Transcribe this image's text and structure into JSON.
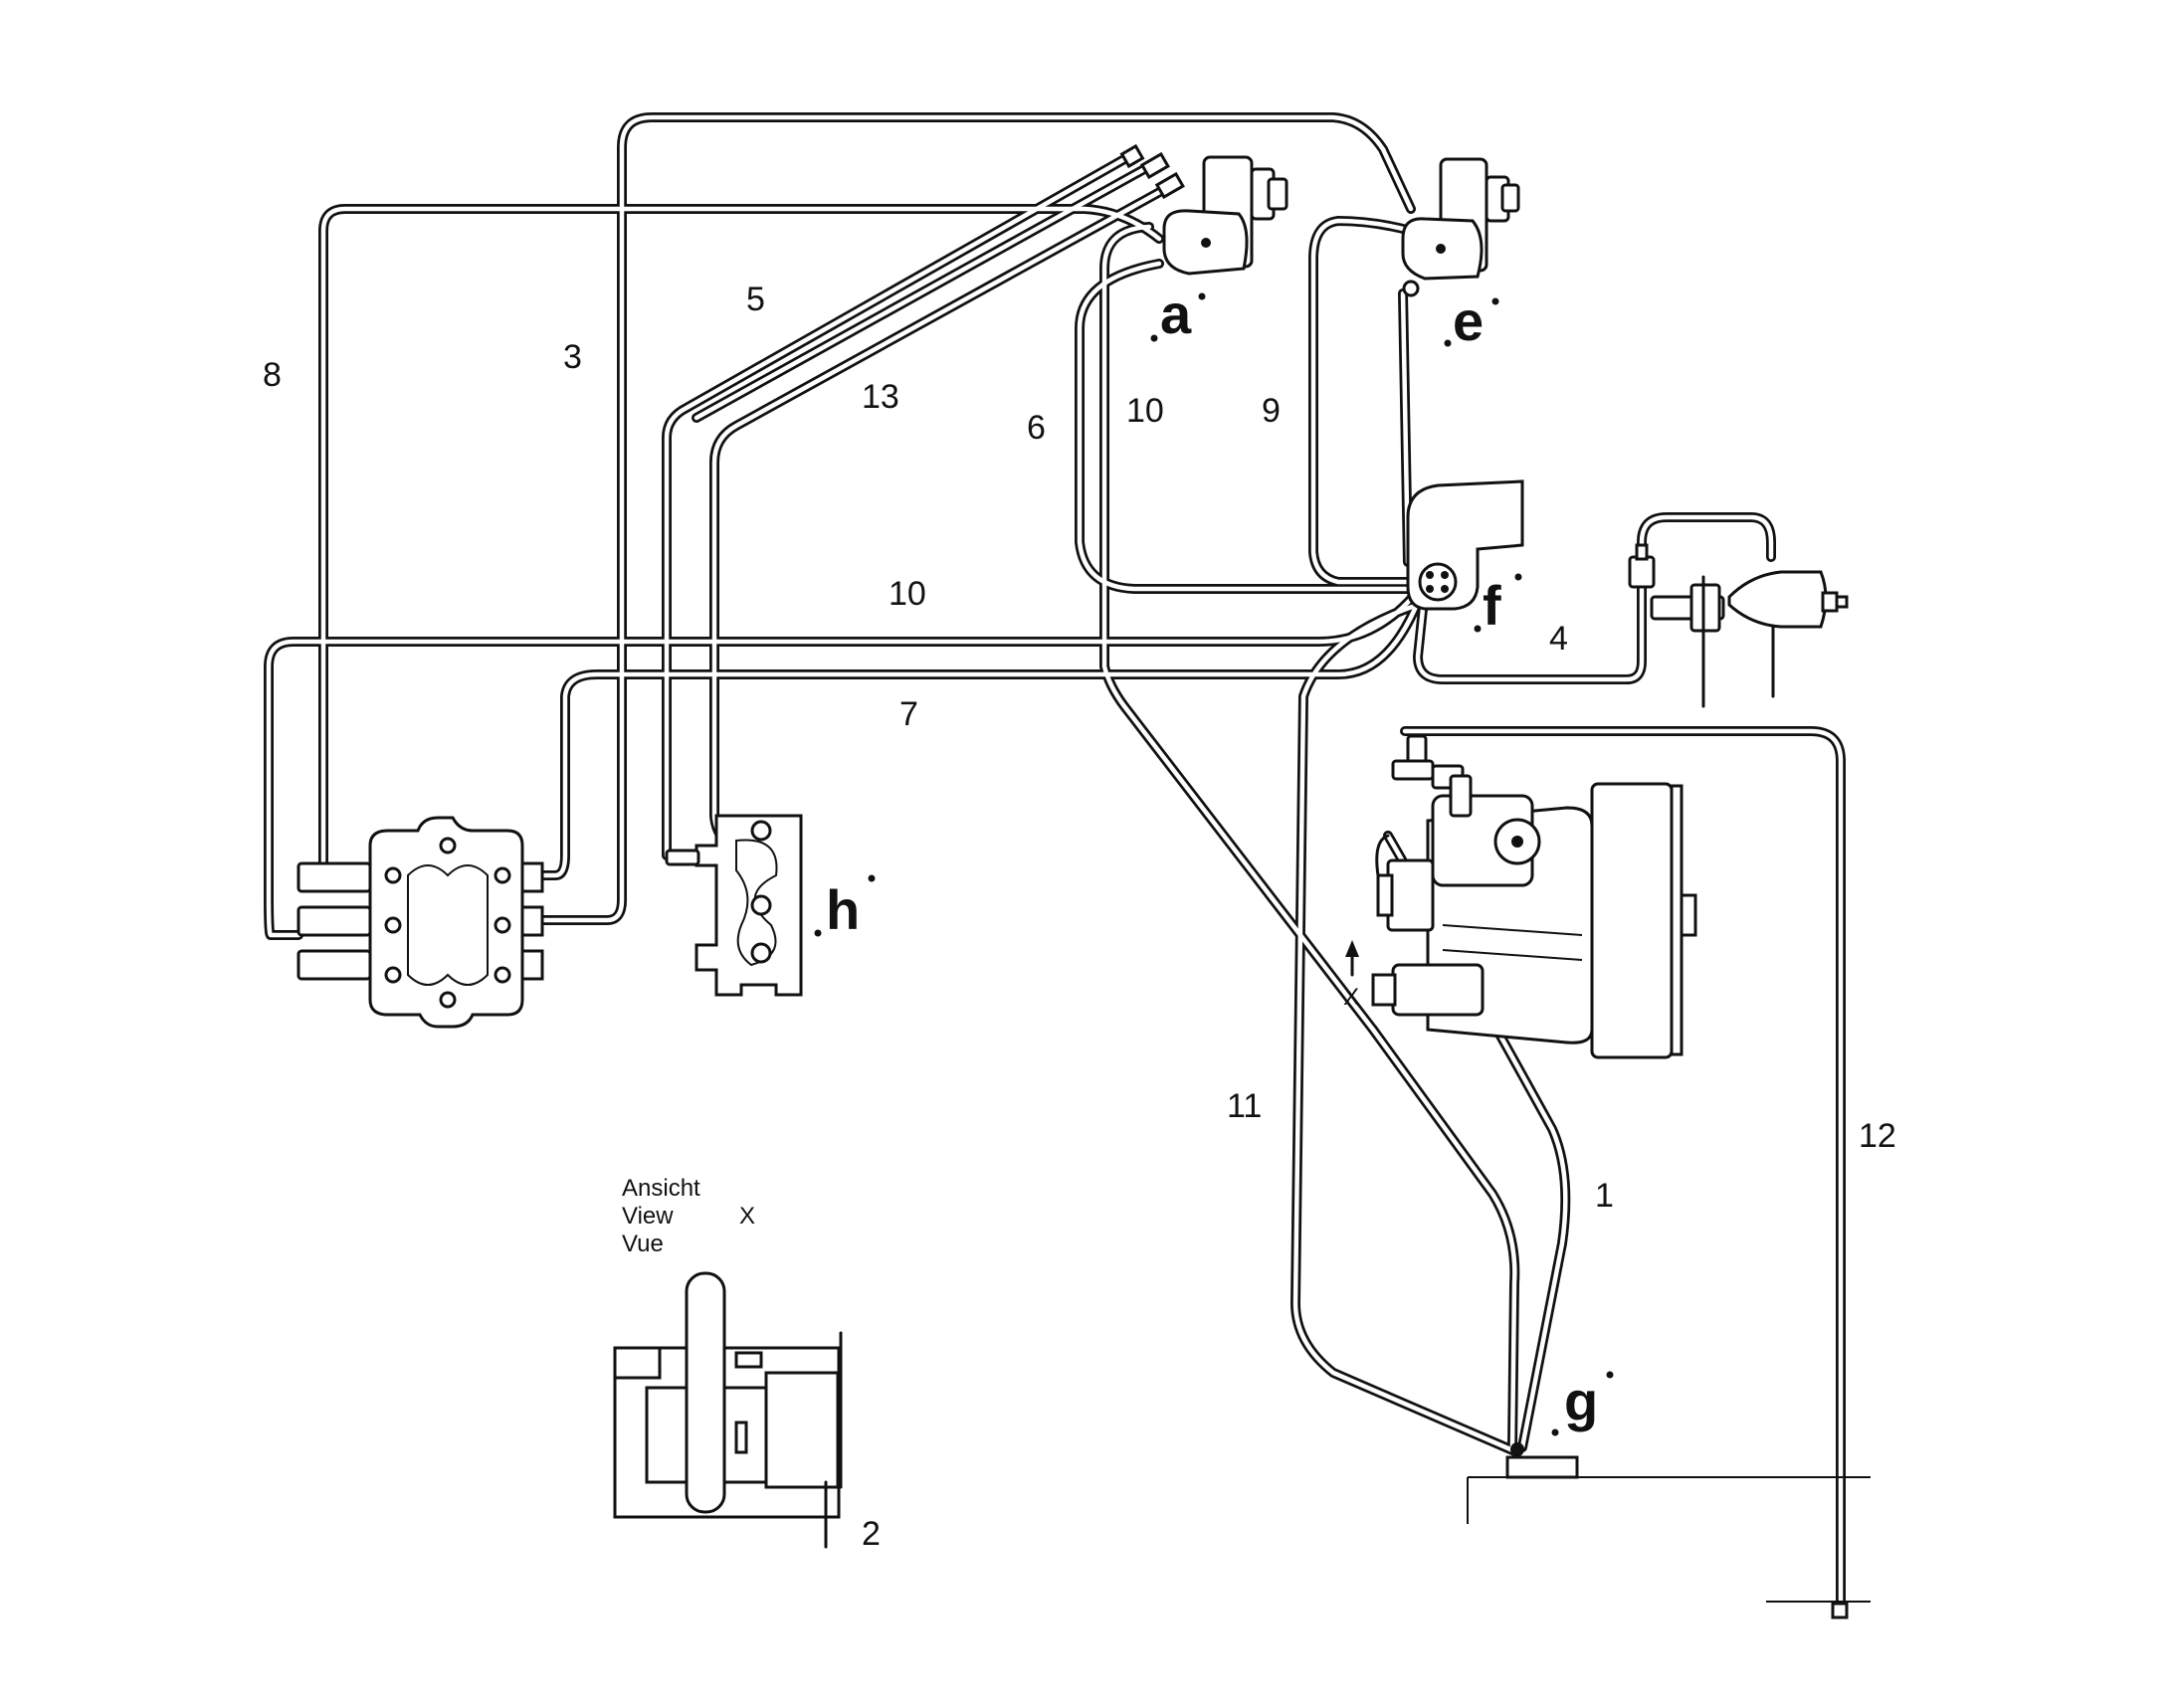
{
  "pipe_numbers": [
    "1",
    "2",
    "3",
    "4",
    "5",
    "6",
    "7",
    "8",
    "9",
    "10",
    "10",
    "11",
    "12",
    "13"
  ],
  "component_letters": [
    "a",
    "e",
    "f",
    "g",
    "h"
  ],
  "view_caption": {
    "lines": [
      "Ansicht",
      "View",
      "Vue"
    ],
    "marker": "X"
  },
  "view_arrow_label": "X"
}
